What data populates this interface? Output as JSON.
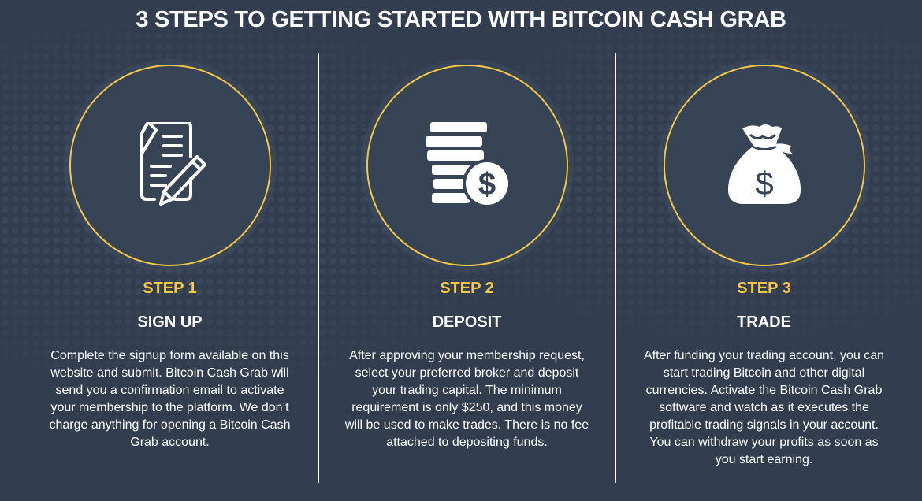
{
  "header": {
    "title": "3 STEPS TO GETTING STARTED WITH BITCOIN CASH GRAB"
  },
  "colors": {
    "background": "#323e50",
    "accent": "#f6c744",
    "text": "#ffffff"
  },
  "steps": [
    {
      "label": "STEP 1",
      "name": "SIGN UP",
      "icon": "document-pencil-icon",
      "description": "Complete the signup form available on this website and submit. Bitcoin Cash Grab will send you a confirmation email to activate your membership to the platform. We don’t charge anything for opening a Bitcoin Cash Grab account."
    },
    {
      "label": "STEP 2",
      "name": "DEPOSIT",
      "icon": "coin-stack-dollar-icon",
      "description": "After approving your membership request, select your preferred broker and deposit your trading capital. The minimum requirement is only $250, and this money will be used to make trades. There is no fee attached to depositing funds."
    },
    {
      "label": "STEP 3",
      "name": "TRADE",
      "icon": "money-bag-icon",
      "description": "After funding your trading account, you can start trading Bitcoin and other digital currencies. Activate the Bitcoin Cash Grab software and watch as it executes the profitable trading signals in your account. You can withdraw your profits as soon as you start earning."
    }
  ]
}
